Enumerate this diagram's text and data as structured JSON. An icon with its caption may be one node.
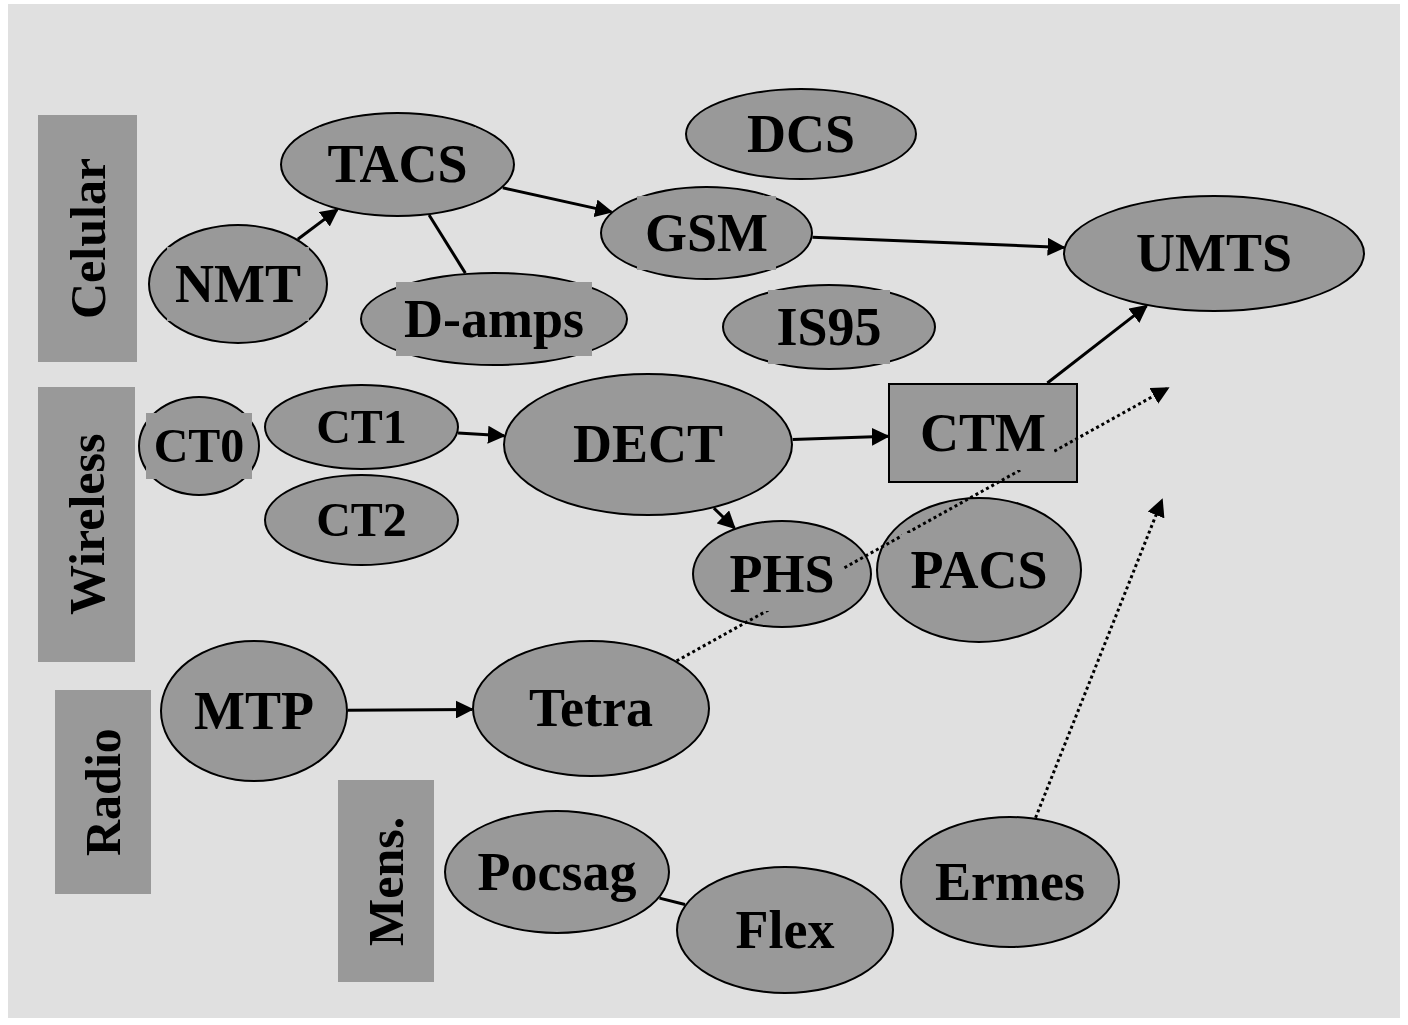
{
  "diagram": {
    "nodes": [
      {
        "text": [
          "Celular"
        ]
      },
      {
        "text": [
          "TACS"
        ]
      },
      {
        "text": [
          "DCS"
        ]
      },
      {
        "text": [
          "GSM"
        ]
      },
      {
        "text": [
          "UMTS"
        ]
      },
      {
        "text": [
          "NMT"
        ]
      },
      {
        "text": [
          "D-amps"
        ]
      },
      {
        "text": [
          "IS95"
        ]
      },
      {
        "text": [
          "Wireless"
        ]
      },
      {
        "text": [
          "CT0"
        ]
      },
      {
        "text": [
          "CT1"
        ]
      },
      {
        "text": [
          "CT2"
        ]
      },
      {
        "text": [
          "DECT"
        ]
      },
      {
        "text": [
          "CTM"
        ]
      },
      {
        "text": [
          "PHS"
        ]
      },
      {
        "text": [
          "PACS"
        ]
      },
      {
        "text": [
          "Radio"
        ]
      },
      {
        "text": [
          "MTP"
        ]
      },
      {
        "text": [
          "Tetra"
        ]
      },
      {
        "text": [
          "Mens."
        ]
      },
      {
        "text": [
          "Pocsag"
        ]
      },
      {
        "text": [
          "Flex"
        ]
      },
      {
        "text": [
          "Ermes"
        ]
      }
    ],
    "edges": [
      {
        "from": 5,
        "to": 1,
        "arrow": "to"
      },
      {
        "from": 1,
        "to": 3,
        "arrow": "to"
      },
      {
        "from": 1,
        "to": 6,
        "arrow": "none"
      },
      {
        "from": 3,
        "to": 4,
        "arrow": "to"
      },
      {
        "from": 13,
        "to": 4,
        "arrow": "to"
      },
      {
        "from": 10,
        "to": 12,
        "arrow": "to"
      },
      {
        "from": 12,
        "to": 13,
        "arrow": "to"
      },
      {
        "from": 12,
        "to": 14,
        "arrow": "to"
      },
      {
        "from": 17,
        "to": 18,
        "arrow": "to"
      },
      {
        "from": 18,
        "to": null,
        "arrow": "to",
        "style": "dashed"
      },
      {
        "from": 22,
        "to": null,
        "arrow": "to",
        "style": "dashed"
      },
      {
        "from": 20,
        "to": 21,
        "arrow": "none"
      }
    ]
  }
}
